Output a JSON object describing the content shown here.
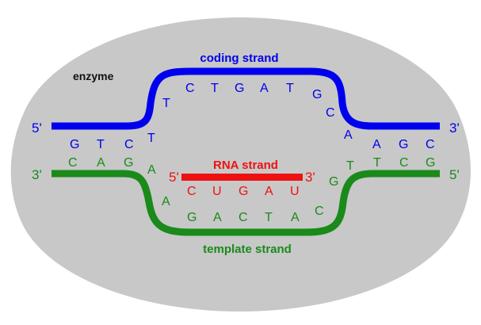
{
  "colors": {
    "background": "#ffffff",
    "enzyme": "#c8c8c8",
    "coding": "#0000ee",
    "template": "#1a8a1a",
    "rna": "#ee1111",
    "label_dark": "#111111"
  },
  "labels": {
    "enzyme": "enzyme",
    "coding_strand": "coding strand",
    "template_strand": "template strand",
    "rna_strand": "RNA strand"
  },
  "ends": {
    "coding_left": "5'",
    "coding_right": "3'",
    "template_left": "3'",
    "template_right": "5'",
    "rna_left": "5'",
    "rna_right": "3'"
  },
  "bases": {
    "coding_left": [
      "G",
      "T",
      "C"
    ],
    "coding_slope_left": [
      "T",
      "T"
    ],
    "coding_top": [
      "C",
      "T",
      "G",
      "A",
      "T",
      "G"
    ],
    "coding_slope_right": [
      "C",
      "A"
    ],
    "coding_right": [
      "A",
      "G",
      "C"
    ],
    "template_left": [
      "C",
      "A",
      "G"
    ],
    "template_slope_left": [
      "A",
      "A"
    ],
    "template_bottom": [
      "G",
      "A",
      "C",
      "T",
      "A",
      "C"
    ],
    "template_slope_right": [
      "G",
      "T"
    ],
    "template_right": [
      "T",
      "C",
      "G"
    ],
    "rna": [
      "C",
      "U",
      "G",
      "A",
      "U"
    ]
  }
}
